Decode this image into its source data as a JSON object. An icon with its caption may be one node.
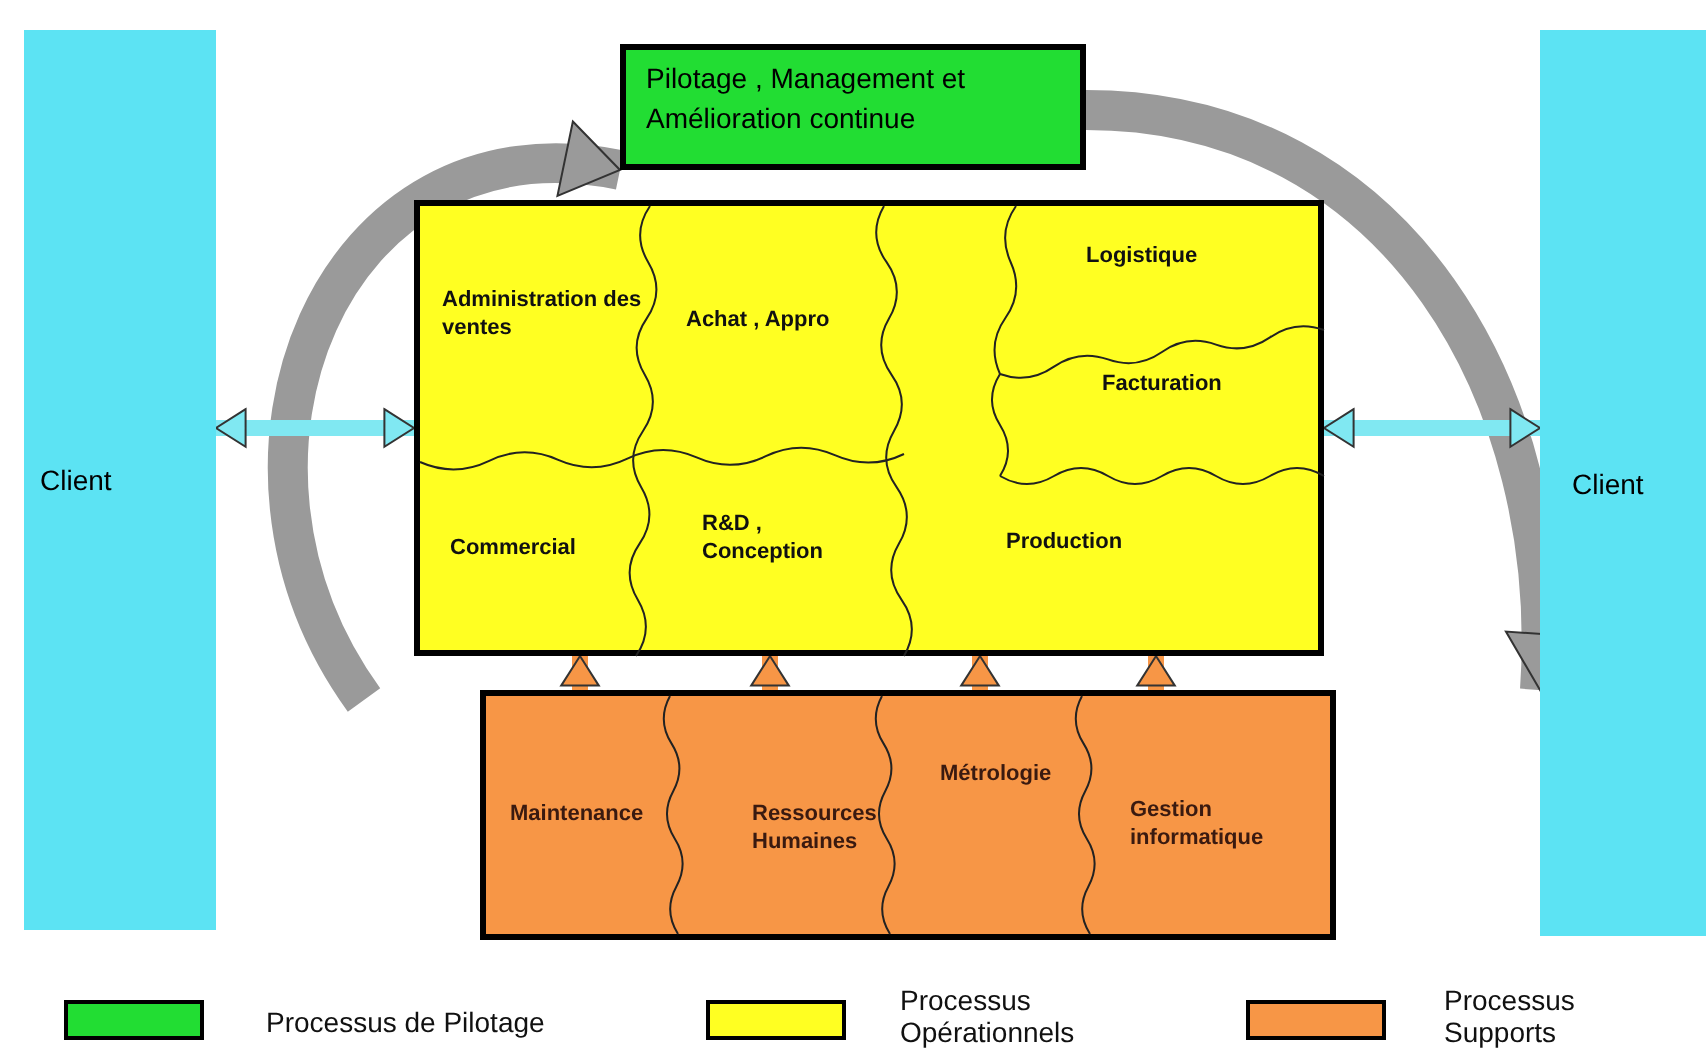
{
  "diagram": {
    "nodes": [
      {
        "text": [
          "Client"
        ]
      },
      {
        "text": [
          "Pilotage , Management et Amélioration continue"
        ]
      },
      {
        "text": [],
        "shape": "box"
      },
      {
        "text": [
          "Administration des ventes"
        ],
        "in": 2
      },
      {
        "text": [
          "Achat , Appro"
        ],
        "in": 2
      },
      {
        "text": [
          "Logistique"
        ],
        "in": 2
      },
      {
        "text": [
          "Facturation"
        ],
        "in": 2
      },
      {
        "text": [
          "Commercial"
        ],
        "in": 2
      },
      {
        "text": [
          "R&D , Conception"
        ],
        "in": 2
      },
      {
        "text": [
          "Production"
        ],
        "in": 2
      },
      {
        "text": [],
        "shape": "box"
      },
      {
        "text": [
          "Maintenance"
        ],
        "in": 10
      },
      {
        "text": [
          "Ressources Humaines"
        ],
        "in": 10
      },
      {
        "text": [
          "Métrologie"
        ],
        "in": 10
      },
      {
        "text": [
          "Gestion informatique"
        ],
        "in": 10
      },
      {
        "text": [
          "Client"
        ]
      }
    ],
    "edges": [
      {
        "from": null,
        "to": 1,
        "arrow": "to",
        "style": "thick",
        "color": "#9a9a9a"
      },
      {
        "from": 1,
        "to": 15,
        "arrow": "to",
        "style": "thick",
        "color": "#9a9a9a"
      },
      {
        "from": 0,
        "to": 2,
        "arrow": "both",
        "color": "#80e8f2"
      },
      {
        "from": 2,
        "to": 15,
        "arrow": "both",
        "color": "#80e8f2"
      },
      {
        "from": 10,
        "to": 2,
        "arrow": "to"
      },
      {
        "from": 10,
        "to": 2,
        "arrow": "to"
      },
      {
        "from": 10,
        "to": 2,
        "arrow": "to"
      },
      {
        "from": 10,
        "to": 2,
        "arrow": "to"
      }
    ],
    "legend": [
      {
        "text": "Processus de Pilotage",
        "color": "#22dd33"
      },
      {
        "text": "Processus Opérationnels",
        "color": "#ffff22"
      },
      {
        "text": "Processus Supports",
        "color": "#f79646"
      }
    ]
  }
}
